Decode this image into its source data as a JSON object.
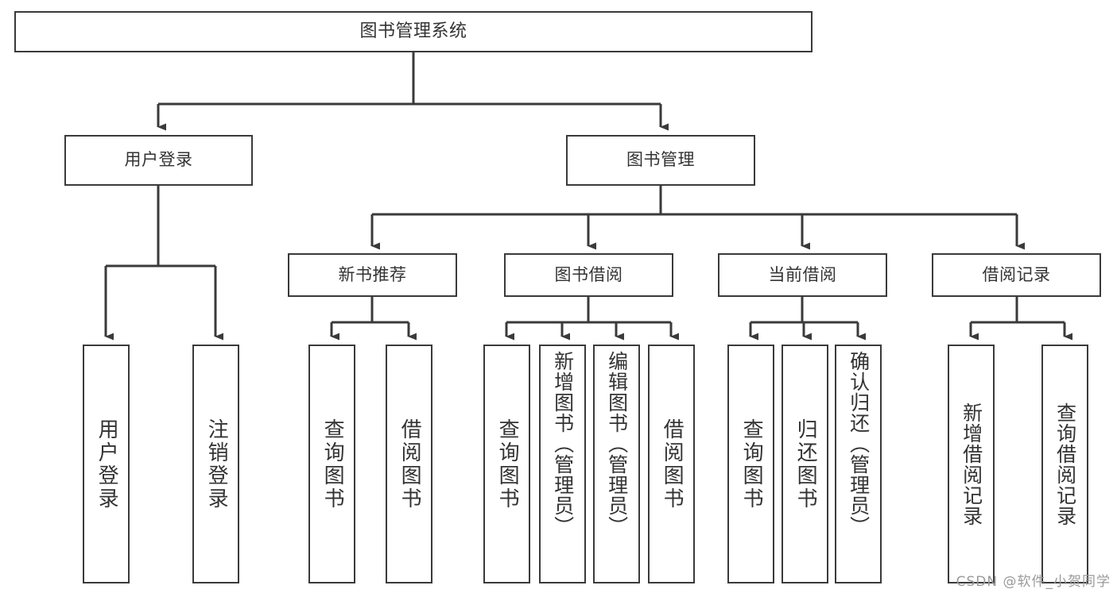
{
  "diagram": {
    "title": "图书管理系统",
    "type": "hierarchy-tree",
    "colors": {
      "box_border": "#3a3a3a",
      "box_fill": "#ffffff",
      "edge": "#3a3a3a",
      "text": "#333333",
      "background": "#ffffff",
      "watermark": "#9a9a9a"
    },
    "levels": {
      "root": "图书管理系统",
      "level2": [
        "用户登录",
        "图书管理"
      ],
      "level3": [
        "新书推荐",
        "图书借阅",
        "当前借阅",
        "借阅记录"
      ]
    },
    "nodes": {
      "root": {
        "label": "图书管理系统"
      },
      "user_login": {
        "label": "用户登录"
      },
      "book_manage": {
        "label": "图书管理"
      },
      "new_book_rec": {
        "label": "新书推荐"
      },
      "book_borrow": {
        "label": "图书借阅"
      },
      "current_borrow": {
        "label": "当前借阅"
      },
      "borrow_record": {
        "label": "借阅记录"
      },
      "leaf_user_login": {
        "label": "用户登录"
      },
      "leaf_logout": {
        "label": "注销登录"
      },
      "leaf_query_book_a": {
        "label": "查询图书"
      },
      "leaf_borrow_book_a": {
        "label": "借阅图书"
      },
      "leaf_query_book_b": {
        "label": "查询图书"
      },
      "leaf_add_book": {
        "label": "新增图书（管理员）"
      },
      "leaf_edit_book": {
        "label": "编辑图书（管理员）"
      },
      "leaf_borrow_book_b": {
        "label": "借阅图书"
      },
      "leaf_query_book_c": {
        "label": "查询图书"
      },
      "leaf_return_book": {
        "label": "归还图书"
      },
      "leaf_confirm_return": {
        "label": "确认归还（管理员）"
      },
      "leaf_add_record": {
        "label": "新增借阅记录"
      },
      "leaf_query_record": {
        "label": "查询借阅记录"
      }
    },
    "edges": [
      {
        "from": "root",
        "to": "user_login"
      },
      {
        "from": "root",
        "to": "book_manage"
      },
      {
        "from": "user_login",
        "to": "leaf_user_login"
      },
      {
        "from": "user_login",
        "to": "leaf_logout"
      },
      {
        "from": "book_manage",
        "to": "new_book_rec"
      },
      {
        "from": "book_manage",
        "to": "book_borrow"
      },
      {
        "from": "book_manage",
        "to": "current_borrow"
      },
      {
        "from": "book_manage",
        "to": "borrow_record"
      },
      {
        "from": "new_book_rec",
        "to": "leaf_query_book_a"
      },
      {
        "from": "new_book_rec",
        "to": "leaf_borrow_book_a"
      },
      {
        "from": "book_borrow",
        "to": "leaf_query_book_b"
      },
      {
        "from": "book_borrow",
        "to": "leaf_add_book"
      },
      {
        "from": "book_borrow",
        "to": "leaf_edit_book"
      },
      {
        "from": "book_borrow",
        "to": "leaf_borrow_book_b"
      },
      {
        "from": "current_borrow",
        "to": "leaf_query_book_c"
      },
      {
        "from": "current_borrow",
        "to": "leaf_return_book"
      },
      {
        "from": "current_borrow",
        "to": "leaf_confirm_return"
      },
      {
        "from": "borrow_record",
        "to": "leaf_add_record"
      },
      {
        "from": "borrow_record",
        "to": "leaf_query_record"
      }
    ]
  },
  "watermark": {
    "text": "CSDN @软件_小贺同学"
  }
}
